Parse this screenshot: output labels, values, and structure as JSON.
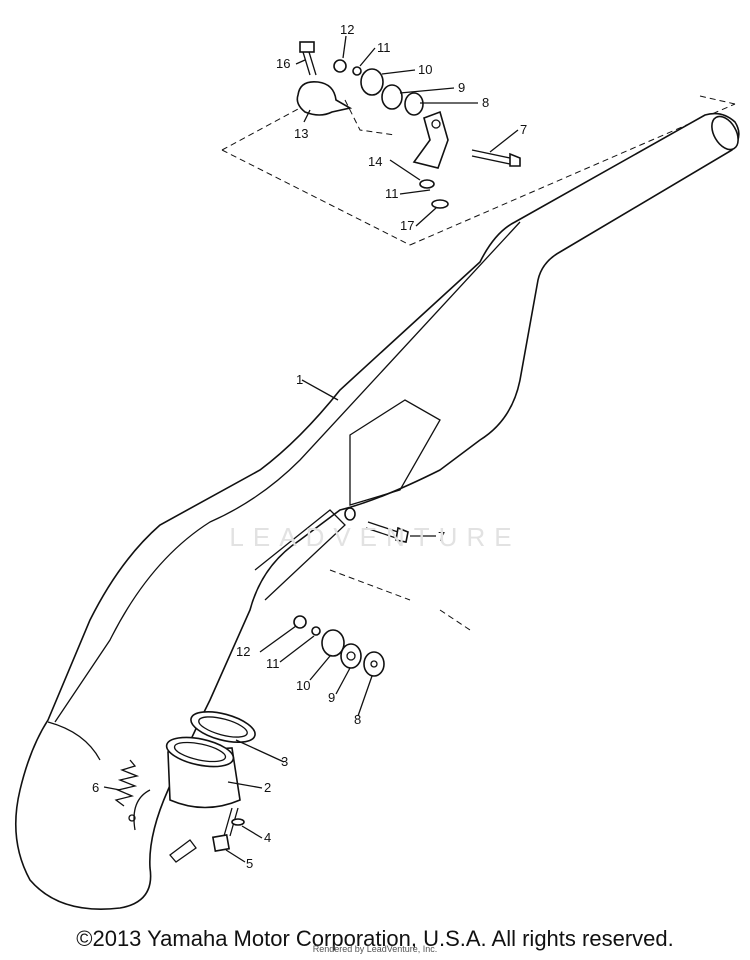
{
  "callouts": [
    "1",
    "2",
    "3",
    "4",
    "5",
    "6",
    "7",
    "7",
    "8",
    "8",
    "9",
    "9",
    "10",
    "10",
    "11",
    "11",
    "11",
    "12",
    "12",
    "13",
    "14",
    "16",
    "17"
  ],
  "watermark": "LEADVENTURE",
  "footer": {
    "copyright": "©2013 Yamaha Motor Corporation, U.S.A. All rights reserved.",
    "rendered_by": "Rendered by LeadVenture, Inc."
  }
}
